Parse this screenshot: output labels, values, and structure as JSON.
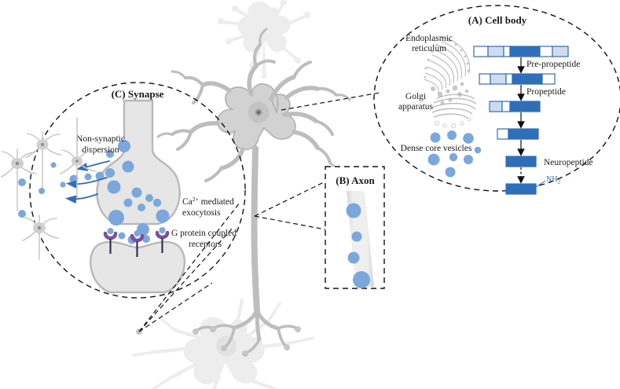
{
  "figure": {
    "type": "scientific-diagram",
    "subject": "Neuropeptide synthesis, transport and release in a neuron",
    "background_color": "#ffffff"
  },
  "panels": [
    {
      "id": "A",
      "label": "(A) Cell body",
      "shape": "dashed-ellipse",
      "organelles": [
        {
          "name": "Endoplasmic reticulum",
          "label_line1": "Endoplasmic",
          "label_line2": "reticulum"
        },
        {
          "name": "Golgi apparatus",
          "label_line1": "Golgi",
          "label_line2": "apparatus"
        },
        {
          "name": "Dense core vesicles",
          "label_line1": "Dense core vesicles",
          "label_line2": ""
        }
      ],
      "pathway": {
        "steps": [
          {
            "label": "Pre-propeptide",
            "segments": [
              {
                "w": 18,
                "shade": "white"
              },
              {
                "w": 20,
                "shade": "light"
              },
              {
                "w": 8,
                "shade": "white"
              },
              {
                "w": 38,
                "shade": "dark"
              },
              {
                "w": 16,
                "shade": "white"
              },
              {
                "w": 20,
                "shade": "light"
              }
            ]
          },
          {
            "label": "Propeptide",
            "segments": [
              {
                "w": 14,
                "shade": "white"
              },
              {
                "w": 20,
                "shade": "light"
              },
              {
                "w": 8,
                "shade": "white"
              },
              {
                "w": 38,
                "shade": "dark"
              },
              {
                "w": 16,
                "shade": "white"
              }
            ]
          },
          {
            "label": "",
            "segments": [
              {
                "w": 16,
                "shade": "light"
              },
              {
                "w": 10,
                "shade": "white"
              },
              {
                "w": 38,
                "shade": "dark"
              }
            ]
          },
          {
            "label": "",
            "segments": [
              {
                "w": 14,
                "shade": "white"
              },
              {
                "w": 38,
                "shade": "dark"
              }
            ]
          },
          {
            "label": "Neuropeptide",
            "segments": [
              {
                "w": 38,
                "shade": "dark"
              }
            ]
          },
          {
            "label": "",
            "amide": "NH",
            "amide_sub": "2",
            "segments": [
              {
                "w": 38,
                "shade": "dark"
              }
            ]
          }
        ],
        "arrow_style_last": "dashed"
      }
    },
    {
      "id": "B",
      "label": "(B) Axon",
      "shape": "dashed-rectangle",
      "contents": "axon segment with travelling dense core vesicles",
      "vesicle_count": 4
    },
    {
      "id": "C",
      "label": "(C) Synapse",
      "shape": "dashed-ellipse",
      "annotations": [
        {
          "name": "non-synaptic-dispersion",
          "line1": "Non-synaptic",
          "line2": "dispersion"
        },
        {
          "name": "ca-mediated-exocytosis",
          "line1": "Ca",
          "sup": "2+",
          "line1_rest": " mediated",
          "line2": "exocytosis"
        },
        {
          "name": "g-protein-coupled-receptors",
          "line1": "G protein coupled",
          "line2": "receptors"
        }
      ],
      "receptor_count": 3,
      "dispersion_arrow_count": 3
    }
  ],
  "colors": {
    "vesicle_blue": "#7ba7dd",
    "peptide_dark_blue": "#2f6fba",
    "peptide_light_blue": "#cfdcf0",
    "peptide_outline": "#2f6fba",
    "neuron_grey": "#b8b8b8",
    "neuron_fill": "#e3e3e3",
    "faded_grey": "#ededed",
    "receptor_purple": "#7b4f9d",
    "arrow_blue": "#2f6fba",
    "dashed_outline": "#111111",
    "text": "#1a1a1a"
  }
}
